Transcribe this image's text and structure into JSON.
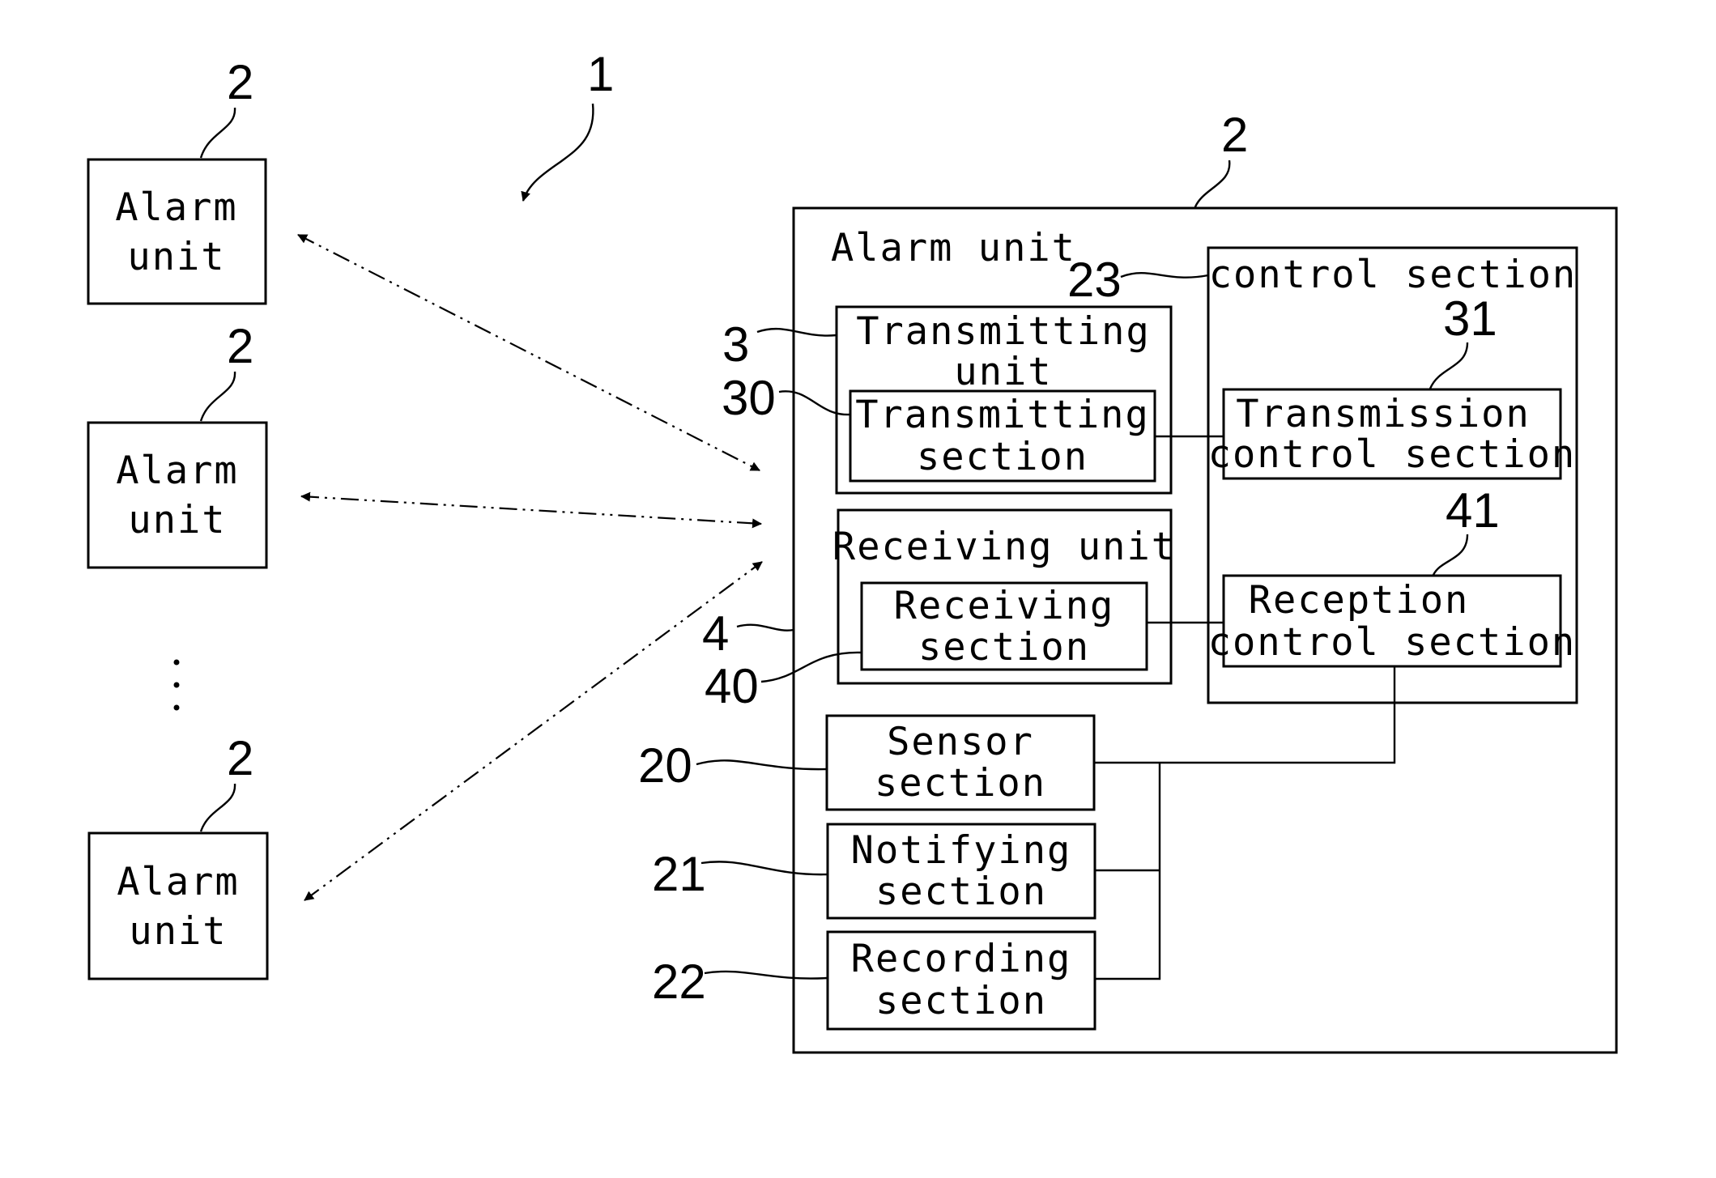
{
  "figure_ref": "1",
  "remote_units": [
    {
      "ref": "2",
      "label_line1": "Alarm",
      "label_line2": "unit"
    },
    {
      "ref": "2",
      "label_line1": "Alarm",
      "label_line2": "unit"
    },
    {
      "ref": "2",
      "label_line1": "Alarm",
      "label_line2": "unit"
    }
  ],
  "main_unit": {
    "ref": "2",
    "title": "Alarm unit",
    "control_section": {
      "ref": "23",
      "title": "control section"
    },
    "transmission_control": {
      "ref": "31",
      "line1": "Transmission",
      "line2": "control section"
    },
    "reception_control": {
      "ref": "41",
      "line1": "Reception",
      "line2": "control section"
    },
    "transmitting_unit": {
      "ref": "3",
      "line1": "Transmitting",
      "line2": "unit"
    },
    "transmitting_section": {
      "ref": "30",
      "line1": "Transmitting",
      "line2": "section"
    },
    "receiving_unit": {
      "ref": "4",
      "title": "Receiving unit"
    },
    "receiving_section": {
      "ref": "40",
      "line1": "Receiving",
      "line2": "section"
    },
    "sensor_section": {
      "ref": "20",
      "line1": "Sensor",
      "line2": "section"
    },
    "notifying_section": {
      "ref": "21",
      "line1": "Notifying",
      "line2": "section"
    },
    "recording_section": {
      "ref": "22",
      "line1": "Recording",
      "line2": "section"
    }
  }
}
